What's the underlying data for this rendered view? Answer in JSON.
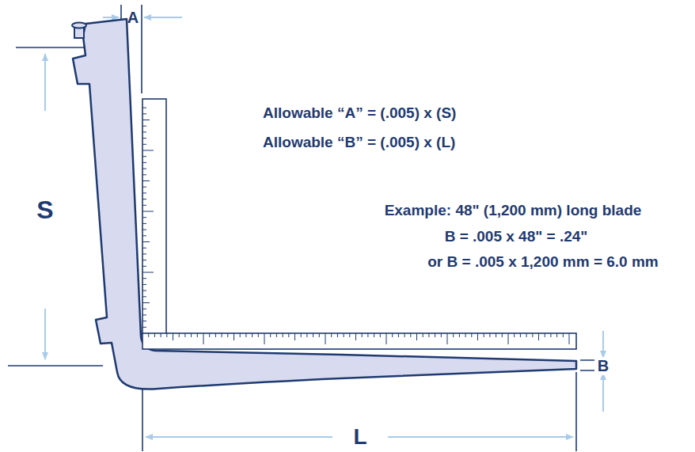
{
  "diagram": {
    "labels": [
      "A",
      "S",
      "Allowable “A” = (.005) x (S)",
      "Allowable “B” = (.005) x (L)",
      "Example: 48\" (1,200 mm) long blade",
      "B = .005 x 48\" = .24\"",
      "or B = .005 x 1,200 mm = 6.0 mm",
      "B",
      "L"
    ]
  }
}
